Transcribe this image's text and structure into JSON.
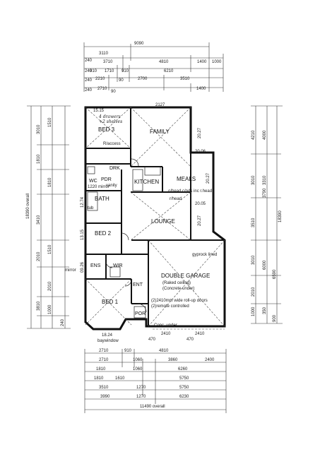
{
  "rooms": {
    "bed3": "BED 3",
    "family": "FAMILY",
    "meals": "MEALS",
    "kitchen": "KITCHEN",
    "wc": "WC",
    "pdr": "PDR",
    "drk": "DRK",
    "bath": "BATH",
    "tub": "tub",
    "lounge": "LOUNGE",
    "bed2": "BED 2",
    "ens": "ENS",
    "wir": "WIR",
    "ent": "ENT",
    "bed1": "BED 1",
    "por": "POR",
    "garage": "DOUBLE GARAGE"
  },
  "notes": {
    "garage_ceiling": "(Raked ceiling)",
    "garage_concrete": "(Concrete under)",
    "garage_door1": "(2)2410mm wide roll-up doors",
    "garage_door2": "(2)remote controlled",
    "conc_under": "Conc. under",
    "baywindow": "baywindow",
    "baywindow_dim": "18.24",
    "overall_left": "18390 overall",
    "overall_right": "18390",
    "overall_bottom": "11490 overall",
    "mirror": "mirror",
    "ra": "R/access",
    "rr": "r/head",
    "meals_note": "o/head c/pds inc r.head",
    "gyprock": "gyprock lined",
    "top_dim": "2127",
    "top_dim2": "15.15",
    "family_dim": "20.27",
    "meals_dim": "20.27",
    "lounge_dim": "20.27",
    "bed2_dim": "13.15",
    "bath_dim": "12.74",
    "hand1": "4 drawers",
    "hand2": "+2 shelves",
    "mirror2": "1220 mirror",
    "vanity": "vanity",
    "wir_dim": "09.26",
    "meals_dim2": "20.06",
    "meals_dim3": "20.05"
  },
  "dims_top": [
    {
      "text": "9090"
    },
    {
      "text": "3110"
    },
    {
      "text": "240"
    },
    {
      "text": "3710"
    },
    {
      "text": "4810"
    },
    {
      "text": "1400"
    },
    {
      "text": "1000"
    },
    {
      "text": "240"
    },
    {
      "text": "910"
    },
    {
      "text": "1710"
    },
    {
      "text": "910"
    },
    {
      "text": "6210"
    },
    {
      "text": "240"
    },
    {
      "text": "2210"
    },
    {
      "text": "90"
    },
    {
      "text": "2700"
    },
    {
      "text": "3510"
    },
    {
      "text": "240"
    },
    {
      "text": "2710"
    },
    {
      "text": "1400"
    },
    {
      "text": "90"
    }
  ],
  "dims_bottom": [
    {
      "text": "2710"
    },
    {
      "text": "910"
    },
    {
      "text": "4810"
    },
    {
      "text": "2710"
    },
    {
      "text": "1060"
    },
    {
      "text": "3860"
    },
    {
      "text": "2400"
    },
    {
      "text": "1810"
    },
    {
      "text": "1060"
    },
    {
      "text": "6260"
    },
    {
      "text": "1810"
    },
    {
      "text": "1610"
    },
    {
      "text": "5750"
    },
    {
      "text": "3510"
    },
    {
      "text": "1270"
    },
    {
      "text": "5750"
    },
    {
      "text": "3990"
    },
    {
      "text": "1270"
    },
    {
      "text": "6230"
    },
    {
      "text": "2410"
    },
    {
      "text": "2410"
    },
    {
      "text": "470"
    },
    {
      "text": "470"
    }
  ],
  "dims_left": [
    {
      "text": "3010"
    },
    {
      "text": "1510"
    },
    {
      "text": "1810"
    },
    {
      "text": "1810"
    },
    {
      "text": "3410"
    },
    {
      "text": "2010"
    },
    {
      "text": "3810"
    },
    {
      "text": "2010"
    },
    {
      "text": "1510"
    },
    {
      "text": "1000"
    },
    {
      "text": "240"
    }
  ],
  "dims_right": [
    {
      "text": "4210"
    },
    {
      "text": "4000"
    },
    {
      "text": "3010"
    },
    {
      "text": "3310"
    },
    {
      "text": "3790"
    },
    {
      "text": "3510"
    },
    {
      "text": "3010"
    },
    {
      "text": "6000"
    },
    {
      "text": "6590"
    },
    {
      "text": "2010"
    },
    {
      "text": "1000"
    },
    {
      "text": "350"
    },
    {
      "text": "900"
    }
  ]
}
